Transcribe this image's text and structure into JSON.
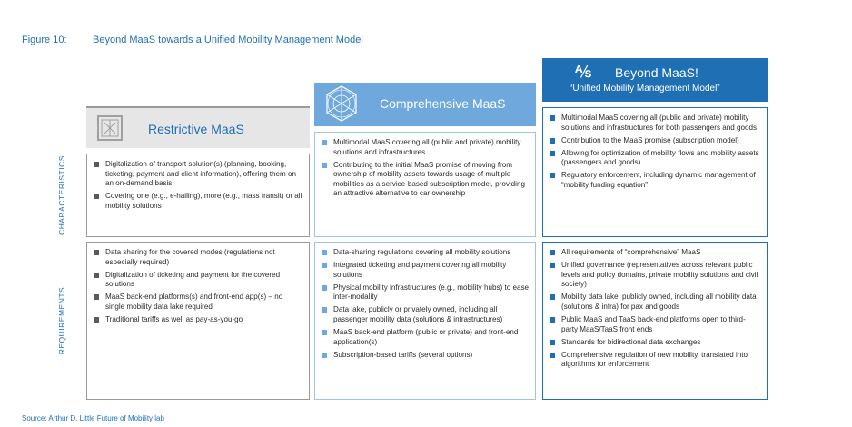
{
  "figure": {
    "number": "Figure 10:",
    "title": "Beyond MaaS towards a Unified Mobility Management Model"
  },
  "row_labels": {
    "characteristics": "CHARACTERISTICS",
    "requirements": "REQUIREMENTS"
  },
  "columns": [
    {
      "title": "Restrictive MaaS",
      "characteristics": [
        "Digitalization of transport solution(s) (planning, booking, ticketing, payment and client information), offering them on an on-demand basis",
        "Covering one (e.g., e-hailing), more (e.g., mass transit) or all mobility solutions"
      ],
      "requirements": [
        "Data sharing for the covered modes (regulations not especially required)",
        "Digitalization of ticketing and payment for the covered solutions",
        "MaaS back-end platforms(s) and front-end app(s) – no single mobility data lake required",
        "Traditional tariffs as well as pay-as-you-go"
      ]
    },
    {
      "title": "Comprehensive MaaS",
      "characteristics": [
        "Multimodal MaaS covering all (public and private) mobility solutions and infrastructures",
        "Contributing to the initial MaaS promise of moving from ownership of mobility assets towards usage of multiple mobilities as a service-based subscription model, providing an attractive alternative to car ownership"
      ],
      "requirements": [
        "Data-sharing regulations covering all mobility solutions",
        "Integrated ticketing and payment covering all mobility solutions",
        "Physical mobility infrastructures (e.g., mobility hubs) to ease inter-modality",
        "Data lake, publicly or privately owned, including all passenger mobility data (solutions & infrastructures)",
        "MaaS back-end platform (public or private) and front-end application(s)",
        "Subscription-based tariffs (several options)"
      ]
    },
    {
      "title": "Beyond MaaS!",
      "subtitle": "“Unified Mobility Management Model”",
      "characteristics": [
        "Multimodal MaaS covering all (public and private) mobility solutions and infrastructures for both passengers and goods",
        "Contribution to the MaaS promise (subscription model)",
        "Allowing for optimization of mobility flows and mobility assets (passengers and goods)",
        "Regulatory enforcement, including dynamic management of “mobility funding equation”"
      ],
      "requirements": [
        "All requirements of “comprehensive” MaaS",
        "Unified governance (representatives across relevant public levels and policy domains, private mobility solutions and civil society)",
        "Mobility data lake, publicly owned, including all mobility data (solutions & infra) for pax and goods",
        "Public MaaS and TaaS back-end platforms open to third-party MaaS/TaaS front ends",
        "Standards for bidirectional data exchanges",
        "Comprehensive regulation of new mobility, translated into algorithms for enforcement"
      ]
    }
  ],
  "source": "Source: Arthur D. Little Future of Mobility lab",
  "colors": {
    "restrictive": "#9a9a9a",
    "comprehensive": "#6fa8dc",
    "beyond": "#1f6fb5",
    "title_text": "#1f6fb5"
  },
  "icons": [
    "restrictive-box-icon",
    "network-globe-icon",
    "unified-mobility-icon"
  ]
}
